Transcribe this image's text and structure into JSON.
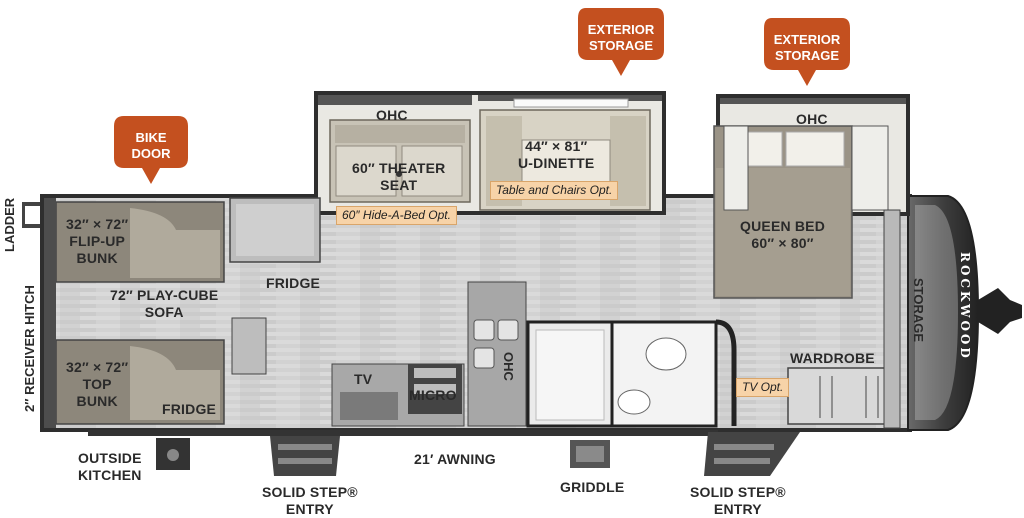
{
  "callouts": {
    "bike_door": [
      "BIKE",
      "DOOR"
    ],
    "exterior_storage_1": [
      "EXTERIOR",
      "STORAGE"
    ],
    "exterior_storage_2": [
      "EXTERIOR",
      "STORAGE"
    ]
  },
  "labels": {
    "ohc_left": "OHC",
    "theater_seat": [
      "60″ THEATER",
      "SEAT"
    ],
    "dinette": [
      "44″ × 81″",
      "U-DINETTE"
    ],
    "ohc_bedroom": "OHC",
    "queen_bed": [
      "QUEEN BED",
      "60″ × 80″"
    ],
    "flip_up_bunk": [
      "32″ × 72″",
      "FLIP-UP",
      "BUNK"
    ],
    "fridge_main": "FRIDGE",
    "play_cube_sofa": [
      "72″ PLAY-CUBE",
      "SOFA"
    ],
    "top_bunk": [
      "32″ × 72″",
      "TOP",
      "BUNK"
    ],
    "fridge_outside": "FRIDGE",
    "tv": "TV",
    "micro": "MICRO",
    "ohc_kitchen": "OHC",
    "wardrobe": "WARDROBE",
    "storage": "STORAGE",
    "ladder": "LADDER",
    "receiver_hitch": "2″ RECEIVER HITCH",
    "outside_kitchen": [
      "OUTSIDE",
      "KITCHEN"
    ],
    "awning": "21′ AWNING",
    "griddle": "GRIDDLE",
    "solid_step_1": [
      "SOLID STEP®",
      "ENTRY"
    ],
    "solid_step_2": [
      "SOLID STEP®",
      "ENTRY"
    ],
    "brand": "ROCKWOOD"
  },
  "options": {
    "hide_a_bed": "60″ Hide-A-Bed Opt.",
    "table_chairs": "Table and Chairs Opt.",
    "tv_opt": "TV Opt."
  },
  "colors": {
    "callout": "#c4501f",
    "option_pill": "#f7d3a8",
    "floor": "#d3d3d3",
    "wall": "#3a3a3a",
    "furniture": "#9b9485"
  }
}
